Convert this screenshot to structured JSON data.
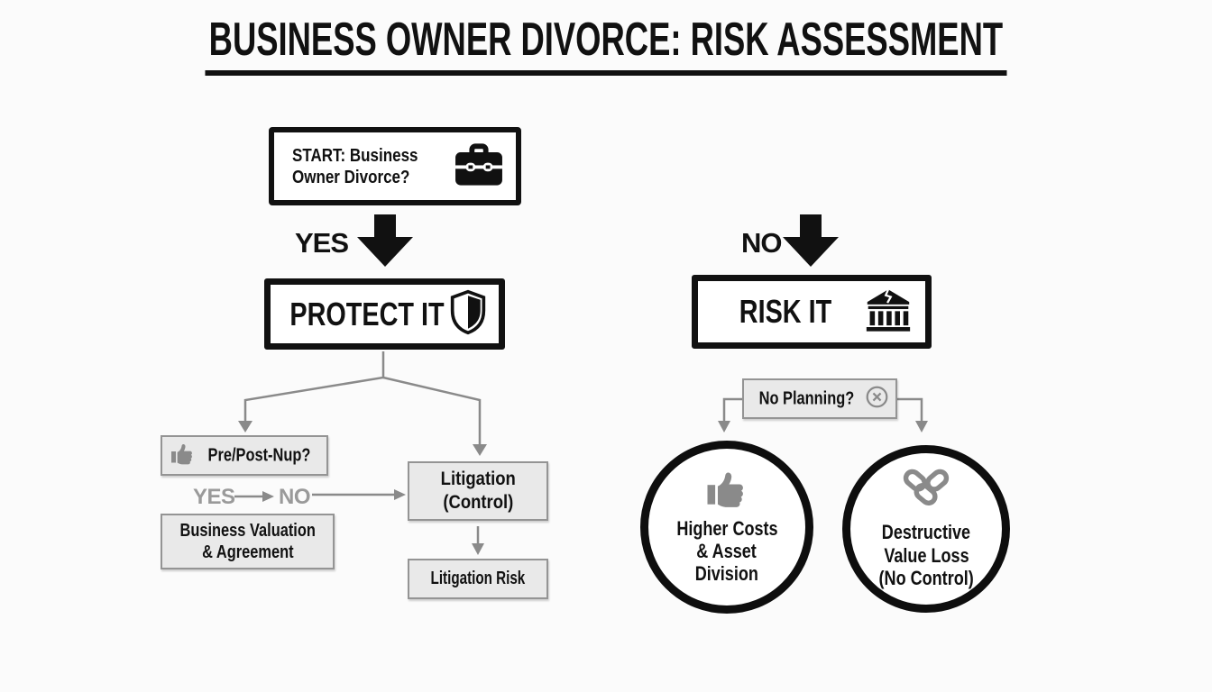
{
  "title": "BUSINESS OWNER DIVORCE: RISK ASSESSMENT",
  "colors": {
    "ink": "#111111",
    "connector_gray": "#8a8a8a",
    "muted_text_gray": "#9a9a9a",
    "box_background": "#e9e9e9",
    "box_border": "#949494",
    "page_background": "#fbfbfb"
  },
  "flow": {
    "start": {
      "lines": [
        "START: Business",
        "Owner Divorce?"
      ],
      "icon": "briefcase-icon"
    },
    "yes_branch": {
      "label": "YES"
    },
    "no_branch": {
      "label": "NO"
    },
    "protect": {
      "label": "PROTECT IT",
      "icon": "shield-icon"
    },
    "risk": {
      "label": "RISK IT",
      "icon": "bank-icon"
    },
    "prenup": {
      "label": "Pre/Post-Nup?",
      "icon": "thumbs-up-icon"
    },
    "prenup_outcomes": {
      "yes": "YES",
      "no": "NO"
    },
    "valuation": {
      "lines": [
        "Business Valuation",
        "& Agreement"
      ]
    },
    "litigation_control": {
      "lines": [
        "Litigation",
        "(Control)"
      ]
    },
    "litigation_risk": {
      "label": "Litigation Risk"
    },
    "no_planning": {
      "label": "No Planning?",
      "icon": "circled-x-icon"
    },
    "higher_costs": {
      "lines": [
        "Higher Costs",
        "& Asset",
        "Division"
      ],
      "icon": "thumbs-up-icon"
    },
    "value_loss": {
      "lines": [
        "Destructive",
        "Value Loss",
        "(No Control)"
      ],
      "icon": "broken-chain-icon"
    }
  }
}
